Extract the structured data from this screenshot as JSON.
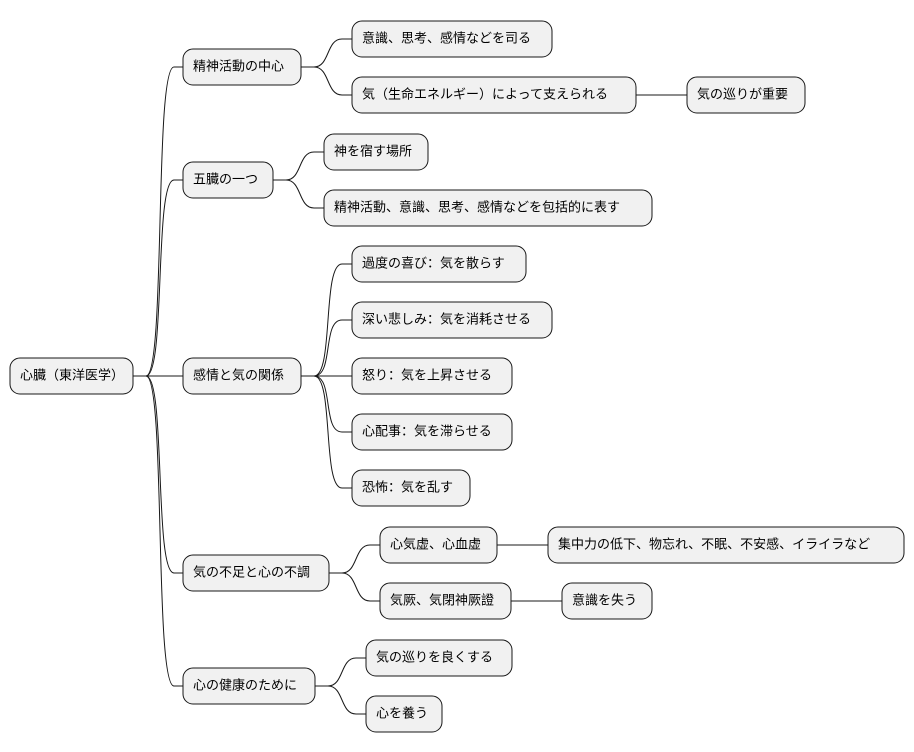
{
  "root": "心臓（東洋医学）",
  "branches": [
    {
      "label": "精神活動の中心",
      "children": [
        {
          "label": "意識、思考、感情などを司る"
        },
        {
          "label": "気（生命エネルギー）によって支えられる",
          "children": [
            {
              "label": "気の巡りが重要"
            }
          ]
        }
      ]
    },
    {
      "label": "五臓の一つ",
      "children": [
        {
          "label": "神を宿す場所"
        },
        {
          "label": "精神活動、意識、思考、感情などを包括的に表す"
        }
      ]
    },
    {
      "label": "感情と気の関係",
      "children": [
        {
          "label": "過度の喜び：気を散らす"
        },
        {
          "label": "深い悲しみ：気を消耗させる"
        },
        {
          "label": "怒り：気を上昇させる"
        },
        {
          "label": "心配事：気を滞らせる"
        },
        {
          "label": "恐怖：気を乱す"
        }
      ]
    },
    {
      "label": "気の不足と心の不調",
      "children": [
        {
          "label": "心気虚、心血虚",
          "children": [
            {
              "label": "集中力の低下、物忘れ、不眠、不安感、イライラなど"
            }
          ]
        },
        {
          "label": "気厥、気閉神厥證",
          "children": [
            {
              "label": "意識を失う"
            }
          ]
        }
      ]
    },
    {
      "label": "心の健康のために",
      "children": [
        {
          "label": "気の巡りを良くする"
        },
        {
          "label": "心を養う"
        }
      ]
    }
  ]
}
